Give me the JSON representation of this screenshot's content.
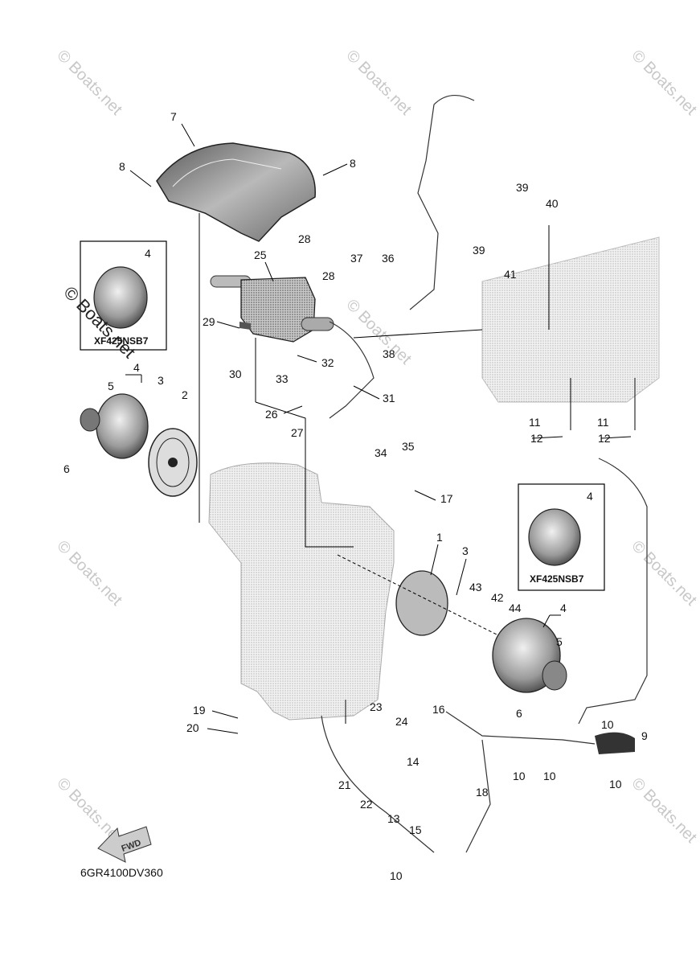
{
  "diagram_code": "6GR4100DV360",
  "watermark": "© Boats.net",
  "direction_arrow": "FWD",
  "inset_boxes": [
    {
      "label": "XF425NSB7",
      "part": "4"
    },
    {
      "label": "XF425NSB7",
      "part": "4"
    }
  ],
  "callouts": {
    "c1": "1",
    "c2": "2",
    "c3a": "3",
    "c3b": "3",
    "c4a": "4",
    "c4b": "4",
    "c4c": "4",
    "c4d": "4",
    "c5a": "5",
    "c5b": "5",
    "c6a": "6",
    "c6b": "6",
    "c7": "7",
    "c8a": "8",
    "c8b": "8",
    "c9": "9",
    "c10a": "10",
    "c10b": "10",
    "c10c": "10",
    "c10d": "10",
    "c10e": "10",
    "c11a": "11",
    "c11b": "11",
    "c12a": "12",
    "c12b": "12",
    "c13": "13",
    "c14": "14",
    "c15": "15",
    "c16": "16",
    "c17": "17",
    "c18": "18",
    "c19": "19",
    "c20": "20",
    "c21": "21",
    "c22": "22",
    "c23": "23",
    "c24": "24",
    "c25": "25",
    "c26": "26",
    "c27": "27",
    "c28a": "28",
    "c28b": "28",
    "c29": "29",
    "c30": "30",
    "c31": "31",
    "c32": "32",
    "c33": "33",
    "c34": "34",
    "c35": "35",
    "c36": "36",
    "c37": "37",
    "c38": "38",
    "c39a": "39",
    "c39b": "39",
    "c40": "40",
    "c41": "41",
    "c42": "42",
    "c43": "43",
    "c44": "44"
  }
}
